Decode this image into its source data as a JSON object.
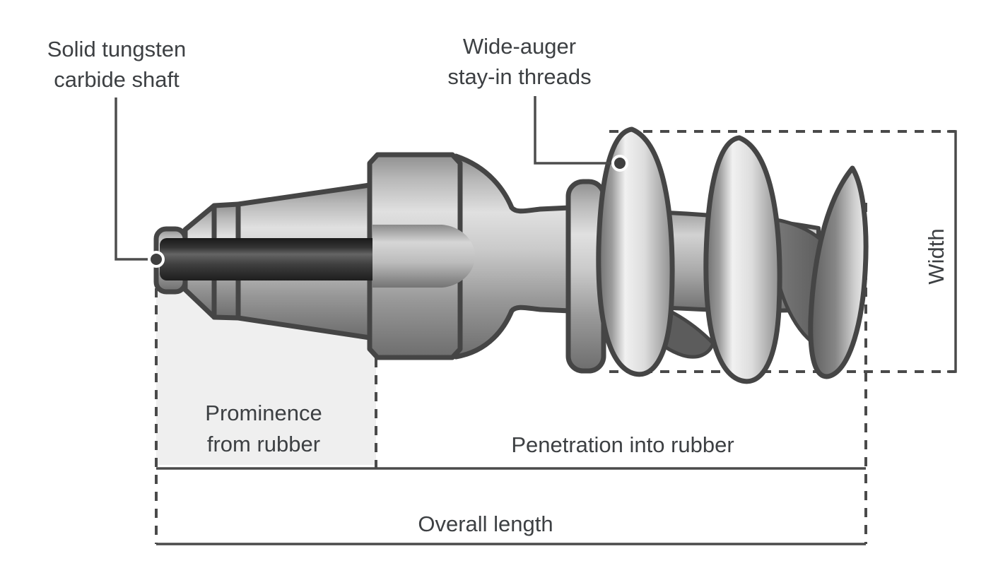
{
  "diagram": {
    "subject": "screw-in tire stud cutaway diagram",
    "labels": {
      "shaft": {
        "line1": "Solid tungsten",
        "line2": "carbide shaft"
      },
      "threads": {
        "line1": "Wide-auger",
        "line2": "stay-in threads"
      },
      "width": "Width",
      "prominence": {
        "line1": "Prominence",
        "line2": "from rubber"
      },
      "penetration": "Penetration into rubber",
      "overall": "Overall length"
    },
    "parts": [
      "tip-cap",
      "carbide-pin",
      "pin-recess",
      "taper-cone",
      "collar-flange",
      "bulb-neck",
      "thread-flange",
      "auger-thread-1",
      "auger-thread-2",
      "auger-thread-tip"
    ],
    "colors": {
      "background": "#ffffff",
      "outline": "#454545",
      "annotation_line": "#4a4a4a",
      "text": "#3d4043",
      "prominence_shading": "#efefef",
      "metal_light": "#e0e0e0",
      "metal_mid": "#9a9a9a",
      "metal_dark": "#6d6d6d",
      "pin_dark": "#1e1e1e",
      "leader_dot": "#3f3f3f"
    }
  }
}
